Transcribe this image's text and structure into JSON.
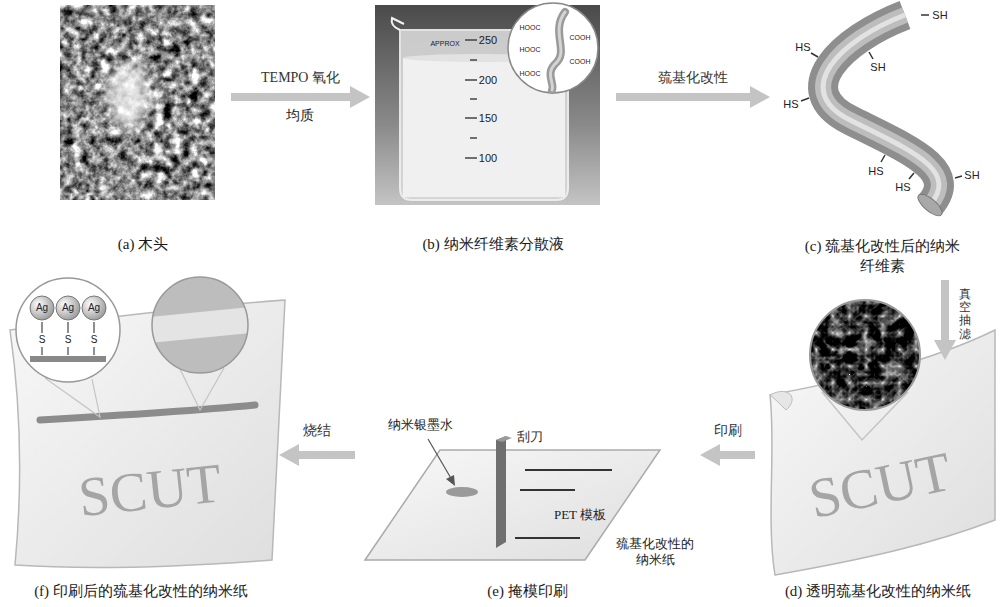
{
  "diagram": {
    "nodes": [
      {
        "text": [
          "(a) 木头"
        ]
      },
      {
        "text": [
          "(b) 纳米纤维素分散液"
        ]
      },
      {
        "text": [
          "(c) 巯基化改性后的纳米 纤维素"
        ]
      },
      {
        "text": [
          "(d) 透明巯基化改性的纳米纸"
        ]
      },
      {
        "text": [
          "(e) 掩模印刷"
        ]
      },
      {
        "text": [
          "(f) 印刷后的巯基化改性的纳米纸"
        ]
      }
    ],
    "edges": [
      {
        "from": 0,
        "to": 1,
        "arrow": "to",
        "label": "TEMPO 氧化"
      },
      {
        "from": 1,
        "to": 2,
        "arrow": "to",
        "label": "巯基化改性"
      },
      {
        "from": 2,
        "to": 3,
        "arrow": "to",
        "label": "真空抽滤"
      },
      {
        "from": 3,
        "to": 4,
        "arrow": "to",
        "label": "印刷"
      },
      {
        "from": 4,
        "to": 5,
        "arrow": "to",
        "label": "烧结"
      }
    ],
    "labels": [
      "均质",
      "APPROX",
      "250",
      "200",
      "150",
      "100",
      "HOOC",
      "COOH",
      "HOOC",
      "COOH",
      "HOOC",
      "SH",
      "SH",
      "HS",
      "HS",
      "HS",
      "SH",
      "HS",
      "SCUT",
      "纳米银墨水",
      "刮刀",
      "PET 模板",
      "巯基化改性的 纳米纸",
      "Ag",
      "Ag",
      "Ag",
      "S",
      "S",
      "S",
      "SCUT"
    ]
  }
}
